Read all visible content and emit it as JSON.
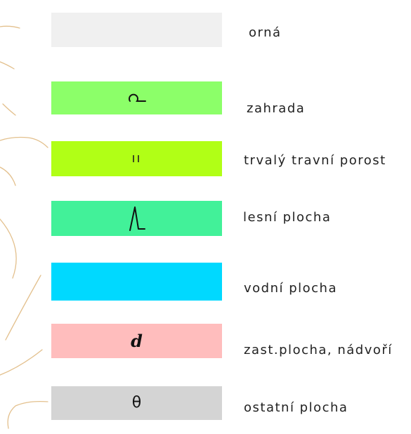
{
  "legend": {
    "items": [
      {
        "label": "orná",
        "color": "#f0f0f0",
        "symbol_icon": "none"
      },
      {
        "label": "zahrada",
        "color": "#8cff69",
        "symbol_icon": "loop-icon"
      },
      {
        "label": "trvalý travní porost",
        "color": "#b1ff16",
        "symbol": "ıı",
        "symbol_icon": "grass-marks-icon"
      },
      {
        "label": "lesní plocha",
        "color": "#42f199",
        "symbol_icon": "forest-peak-icon"
      },
      {
        "label": "vodní plocha",
        "color": "#00d9ff",
        "symbol_icon": "none"
      },
      {
        "label": "zast.plocha, nádvoří",
        "color": "#ffbdbd",
        "symbol": "d",
        "symbol_icon": "built-area-d-icon"
      },
      {
        "label": "ostatní plocha",
        "color": "#d4d4d4",
        "symbol": "θ",
        "symbol_icon": "theta-icon"
      }
    ]
  },
  "decor": {
    "stroke_color": "#e3c08d"
  }
}
